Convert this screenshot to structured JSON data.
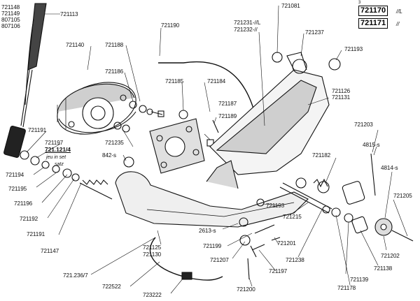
{
  "labels": {
    "l721148": "721148",
    "l721149": "721149",
    "l807105": "807105",
    "l807106": "807106",
    "l721113": "721113",
    "l721190": "721190",
    "l721081": "721081",
    "l721237": "721237",
    "l721193a": "721193",
    "l721140": "721140",
    "l721188": "721188",
    "l721186": "721186",
    "l721185": "721185",
    "l721184": "721184",
    "l721231": "721231-//L",
    "l721232": "721232-//",
    "l721126": "721126",
    "l721131": "721131",
    "l721187": "721187",
    "l721189": "721189",
    "l721235": "721235",
    "l721191a": "721191",
    "l721197a": "721197",
    "l721121": "721.121/4",
    "l842s": "842-s",
    "l721194": "721194",
    "l721195": "721195",
    "l721196": "721196",
    "l721192": "721192",
    "l721191b": "721191",
    "l721147": "721147",
    "l721203": "721203",
    "l4815s": "4815-s",
    "l4814s": "4814-s",
    "l721205": "721205",
    "l721182": "721182",
    "l721193b": "721193",
    "l721215": "721215",
    "l2613s": "2613-s",
    "l721199": "721199",
    "l721207": "721207",
    "l721125": "721125",
    "l721130": "721130",
    "l7212367": "721.236/7",
    "l722522": "722522",
    "l723222": "723222",
    "l721201": "721201",
    "l721197b": "721197",
    "l721200": "721200",
    "l721238": "721238",
    "l721178": "721178",
    "l721139": "721139",
    "l721138": "721138",
    "l721202": "721202"
  },
  "note": {
    "line1": "jeu in set",
    "line2": "satz"
  },
  "legend": {
    "small_mark": "3",
    "a_code": "721170",
    "a_suffix": "//L",
    "b_code": "721171",
    "b_suffix": "//"
  }
}
